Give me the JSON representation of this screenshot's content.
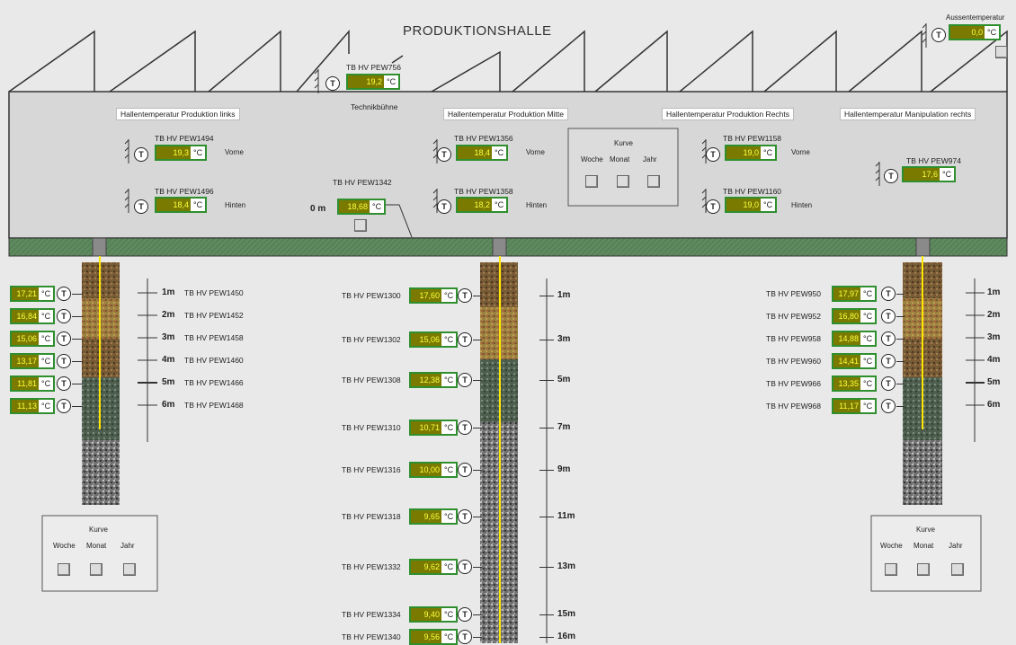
{
  "title": "PRODUKTIONSHALLE",
  "outside": {
    "label": "Aussentemperatur",
    "value": "0,0",
    "unit": "°C"
  },
  "stage": {
    "id": "TB HV PEW756",
    "value": "19,2",
    "unit": "°C",
    "label": "Technikbühne"
  },
  "sections": {
    "left": "Hallentemperatur Produktion links",
    "mid": "Hallentemperatur Produktion Mitte",
    "right": "Hallentemperatur Produktion Rechts",
    "manip": "Hallentemperatur Manipulation rechts"
  },
  "hall": {
    "left_front": {
      "id": "TB HV PEW1494",
      "value": "19,3",
      "unit": "°C",
      "pos": "Vorne"
    },
    "left_back": {
      "id": "TB HV PEW1496",
      "value": "18,4",
      "unit": "°C",
      "pos": "Hinten"
    },
    "mid_front": {
      "id": "TB HV PEW1356",
      "value": "18,4",
      "unit": "°C",
      "pos": "Vorne"
    },
    "mid_back": {
      "id": "TB HV PEW1358",
      "value": "18,2",
      "unit": "°C",
      "pos": "Hinten"
    },
    "right_front": {
      "id": "TB HV PEW1158",
      "value": "19,0",
      "unit": "°C",
      "pos": "Vorne"
    },
    "right_back": {
      "id": "TB HV PEW1160",
      "value": "19,0",
      "unit": "°C",
      "pos": "Hinten"
    },
    "manip": {
      "id": "TB HV PEW974",
      "value": "17,6",
      "unit": "°C"
    },
    "zero": {
      "id": "TB HV PEW1342",
      "value": "18,68",
      "unit": "°C",
      "depth": "0 m"
    }
  },
  "kurve": {
    "title": "Kurve",
    "week": "Woche",
    "month": "Monat",
    "year": "Jahr"
  },
  "left_probes": [
    {
      "value": "17,21",
      "unit": "°C",
      "depth": "1m",
      "id": "TB HV PEW1450"
    },
    {
      "value": "16,84",
      "unit": "°C",
      "depth": "2m",
      "id": "TB HV PEW1452"
    },
    {
      "value": "15,06",
      "unit": "°C",
      "depth": "3m",
      "id": "TB HV PEW1458"
    },
    {
      "value": "13,17",
      "unit": "°C",
      "depth": "4m",
      "id": "TB HV PEW1460"
    },
    {
      "value": "11,81",
      "unit": "°C",
      "depth": "5m",
      "id": "TB HV PEW1466"
    },
    {
      "value": "11,13",
      "unit": "°C",
      "depth": "6m",
      "id": "TB HV PEW1468"
    }
  ],
  "mid_probes": [
    {
      "id": "TB HV PEW1300",
      "value": "17,60",
      "unit": "°C",
      "depth": "1m"
    },
    {
      "id": "TB HV PEW1302",
      "value": "15,06",
      "unit": "°C",
      "depth": "3m"
    },
    {
      "id": "TB HV PEW1308",
      "value": "12,38",
      "unit": "°C",
      "depth": "5m"
    },
    {
      "id": "TB HV PEW1310",
      "value": "10,71",
      "unit": "°C",
      "depth": "7m"
    },
    {
      "id": "TB HV PEW1316",
      "value": "10,00",
      "unit": "°C",
      "depth": "9m"
    },
    {
      "id": "TB HV PEW1318",
      "value": "9,65",
      "unit": "°C",
      "depth": "11m"
    },
    {
      "id": "TB HV PEW1332",
      "value": "9,62",
      "unit": "°C",
      "depth": "13m"
    },
    {
      "id": "TB HV PEW1334",
      "value": "9,40",
      "unit": "°C",
      "depth": "15m"
    },
    {
      "id": "TB HV PEW1340",
      "value": "9,56",
      "unit": "°C",
      "depth": "16m"
    }
  ],
  "right_probes": [
    {
      "id": "TB HV PEW950",
      "value": "17,97",
      "unit": "°C",
      "depth": "1m"
    },
    {
      "id": "TB HV PEW952",
      "value": "16,80",
      "unit": "°C",
      "depth": "2m"
    },
    {
      "id": "TB HV PEW958",
      "value": "14,88",
      "unit": "°C",
      "depth": "3m"
    },
    {
      "id": "TB HV PEW960",
      "value": "14,41",
      "unit": "°C",
      "depth": "4m"
    },
    {
      "id": "TB HV PEW966",
      "value": "13,35",
      "unit": "°C",
      "depth": "5m"
    },
    {
      "id": "TB HV PEW968",
      "value": "11,17",
      "unit": "°C",
      "depth": "6m"
    }
  ]
}
